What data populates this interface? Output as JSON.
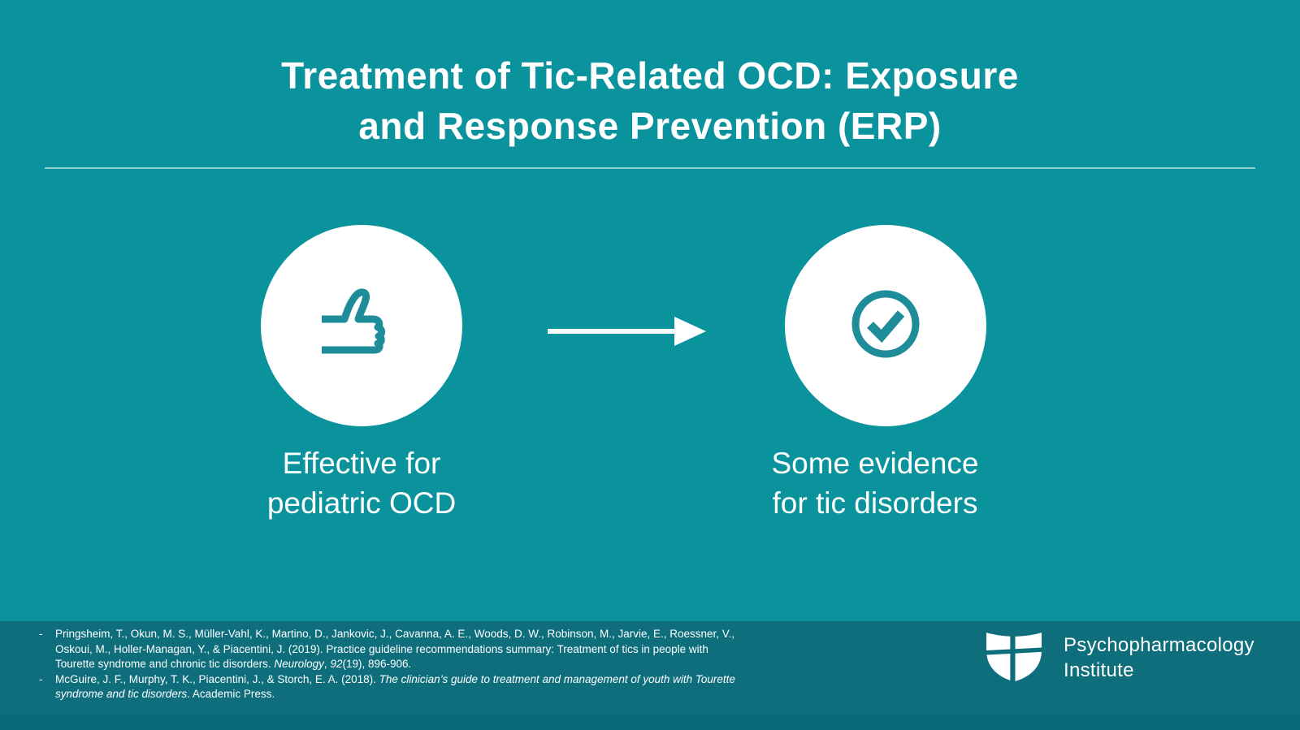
{
  "slide": {
    "title_line1": "Treatment of Tic-Related OCD: Exposure",
    "title_line2": "and Response Prevention (ERP)",
    "colors": {
      "background": "#0a929d",
      "footer": "#0e6e7c",
      "footer_strip": "#076a79",
      "icon": "#1e8c99",
      "text": "#ffffff"
    }
  },
  "diagram": {
    "left": {
      "icon": "thumbs-up-icon",
      "caption_line1": "Effective for",
      "caption_line2": "pediatric OCD"
    },
    "arrow": "right-arrow-icon",
    "right": {
      "icon": "check-circle-icon",
      "caption_line1": "Some evidence",
      "caption_line2": "for tic disorders"
    }
  },
  "footer": {
    "references": [
      {
        "segments": [
          {
            "text": "Pringsheim, T., Okun, M. S., Müller-Vahl, K., Martino, D., Jankovic, J., Cavanna, A. E., Woods, D. W., Robinson, M., Jarvie, E., Roessner, V., Oskoui, M., Holler-Managan, Y., & Piacentini, J. (2019). Practice guideline recommendations summary: Treatment of tics in people with Tourette syndrome and chronic tic disorders. ",
            "italic": false
          },
          {
            "text": "Neurology",
            "italic": true
          },
          {
            "text": ", ",
            "italic": false
          },
          {
            "text": "92",
            "italic": true
          },
          {
            "text": "(19), 896-906.",
            "italic": false
          }
        ]
      },
      {
        "segments": [
          {
            "text": "McGuire, J. F., Murphy, T. K., Piacentini, J., & Storch, E. A. (2018). ",
            "italic": false
          },
          {
            "text": "The clinician’s guide to treatment and management of youth with Tourette syndrome and tic disorders",
            "italic": true
          },
          {
            "text": ". Academic Press.",
            "italic": false
          }
        ]
      }
    ],
    "logo": {
      "icon": "shield-logo-icon",
      "org_line1": "Psychopharmacology",
      "org_line2": "Institute"
    }
  }
}
